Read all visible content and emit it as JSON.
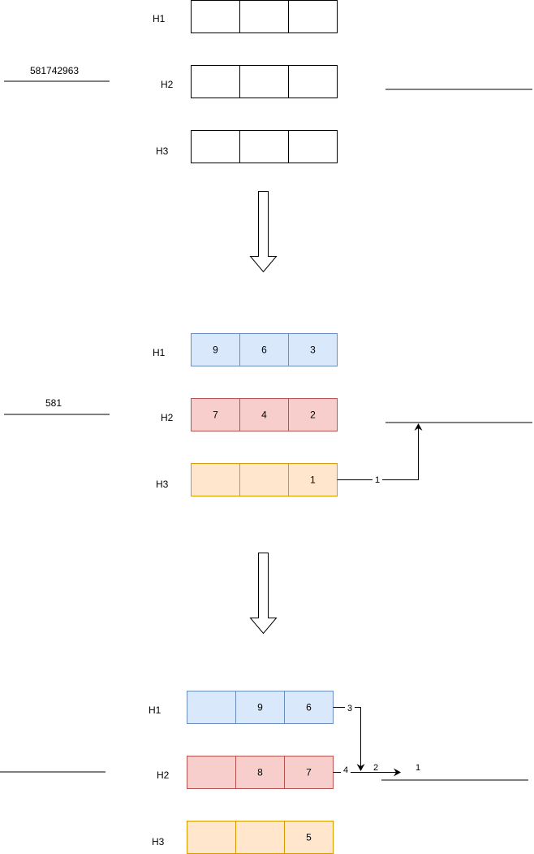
{
  "colors": {
    "white_fill": "#ffffff",
    "white_stroke": "#000000",
    "blue_fill": "#dae8fc",
    "blue_stroke": "#6c8ebf",
    "red_fill": "#f8cecc",
    "red_stroke": "#b85450",
    "orange_fill": "#ffe6cc",
    "orange_stroke": "#d79b00",
    "line": "#000000"
  },
  "stage1": {
    "input_text": "581742963",
    "rows": [
      {
        "label": "H1",
        "cells": [
          "",
          "",
          ""
        ]
      },
      {
        "label": "H2",
        "cells": [
          "",
          "",
          ""
        ]
      },
      {
        "label": "H3",
        "cells": [
          "",
          "",
          ""
        ]
      }
    ]
  },
  "stage2": {
    "input_text": "581",
    "rows": [
      {
        "label": "H1",
        "cells": [
          "9",
          "6",
          "3"
        ]
      },
      {
        "label": "H2",
        "cells": [
          "7",
          "4",
          "2"
        ]
      },
      {
        "label": "H3",
        "cells": [
          "",
          "",
          "1"
        ]
      }
    ],
    "edge_label": "1"
  },
  "stage3": {
    "rows": [
      {
        "label": "H1",
        "cells": [
          "",
          "9",
          "6"
        ]
      },
      {
        "label": "H2",
        "cells": [
          "",
          "8",
          "7"
        ]
      },
      {
        "label": "H3",
        "cells": [
          "",
          "",
          "5"
        ]
      }
    ],
    "edge_label_h1": "3",
    "edge_label_h2": "4",
    "edge_label_mid": "2",
    "output_text": "1"
  }
}
